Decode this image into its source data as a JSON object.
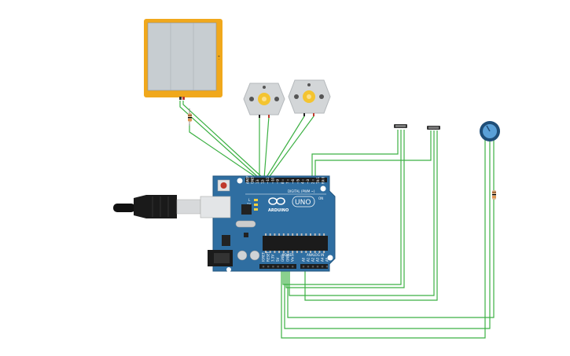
{
  "board": {
    "brand": "ARDUINO",
    "model": "UNO",
    "digital_label": "DIGITAL (PWM ~)",
    "power_label": "POWER",
    "analog_label": "ANALOG IN",
    "led_l": "L",
    "led_tx": "TX",
    "led_rx": "RX",
    "on_label": "ON",
    "digital_pins": [
      "AREF",
      "GND",
      "13",
      "12",
      "~11",
      "~10",
      "~9",
      "8",
      "7",
      "~6",
      "~5",
      "4",
      "~3",
      "2",
      "TX 1",
      "RX 0"
    ],
    "power_pins": [
      "IOREF",
      "RESET",
      "3.3V",
      "5V",
      "GND",
      "GND",
      "Vin"
    ],
    "analog_pins": [
      "A0",
      "A1",
      "A2",
      "A3",
      "A4",
      "A5"
    ]
  },
  "solar_panel": {
    "label": "+ -"
  },
  "colors": {
    "board": "#2f6ea1",
    "wire": "#3cb043",
    "solar_frame": "#f0a81c",
    "solar_cell": "#c7cdd1",
    "motor_body": "#d3d6d8",
    "motor_hub": "#f4c430",
    "pot_body": "#1f4e78"
  },
  "components": [
    {
      "name": "solar-panel",
      "icon": "solar-panel-icon"
    },
    {
      "name": "dc-motor-left",
      "icon": "motor-icon"
    },
    {
      "name": "dc-motor-right",
      "icon": "motor-icon"
    },
    {
      "name": "photoresistor-left",
      "icon": "sensor-icon"
    },
    {
      "name": "photoresistor-right",
      "icon": "sensor-icon"
    },
    {
      "name": "potentiometer",
      "icon": "knob-icon"
    },
    {
      "name": "usb-cable",
      "icon": "usb-icon"
    }
  ]
}
